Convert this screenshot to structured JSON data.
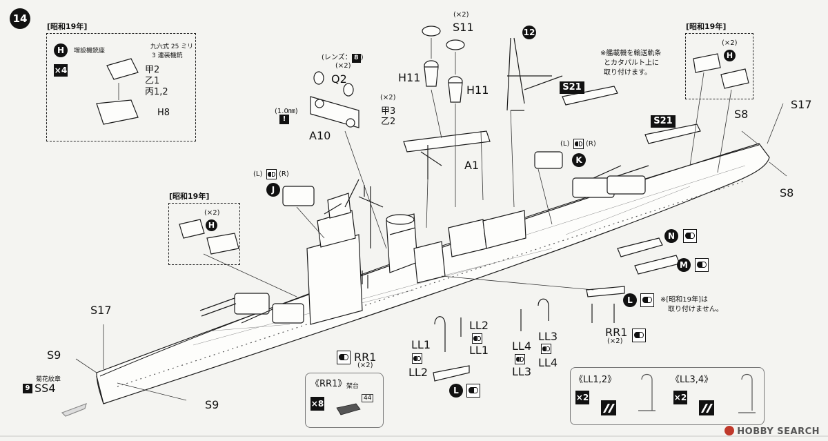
{
  "step": "14",
  "era_label": "[昭和19年]",
  "era_label_b": "[昭和19年]",
  "era_label_c": "[昭和19年]",
  "top_left_box": {
    "badge": "H",
    "note": "増設機銃座",
    "gun_note_1": "九六式 25 ミリ",
    "gun_note_2": "3 連装機銃",
    "count": "×4",
    "line_1": "甲2",
    "line_2": "乙1",
    "line_3": "丙1,2",
    "part": "H8"
  },
  "mid_left_box": {
    "qty": "(×2)",
    "badge": "H"
  },
  "top_right_box": {
    "qty": "(×2)",
    "badge": "H"
  },
  "aircraft_note": "※艦載機を輸送軌条とカタパルト上に取り付けます。",
  "aircraft_note_l1": "※艦載機を輸送軌条",
  "aircraft_note_l2": "とカタパルト上に",
  "aircraft_note_l3": "取り付けます。",
  "boat_note_l1": "※[昭和19年]は",
  "boat_note_l2": "取り付けません。",
  "lens_label": "(レンズ：",
  "lens_num": "8",
  "lens_close": ")",
  "thickness": "(1.0㎜)",
  "drill_icon": "!",
  "parts": {
    "s11_qty": "(×2)",
    "s11": "S11",
    "h11_left": "H11",
    "h11_right": "H11",
    "q2_qty": "(×2)",
    "q2": "Q2",
    "kou3_qty": "(×2)",
    "kou3": "甲3",
    "otsu2": "乙2",
    "a10": "A10",
    "a1": "A1",
    "s21_a": "S21",
    "s21_b": "S21",
    "s17_right": "S17",
    "s17_left": "S17",
    "s8_top": "S8",
    "s8_bottom": "S8",
    "s9_left": "S9",
    "s9_bottom": "S9",
    "ss4": "SS4",
    "ss4_num": "9",
    "emblem": "菊花紋章",
    "rr1_right": "RR1",
    "rr1_right_qty": "(×2)",
    "rr1_left": "RR1",
    "rr1_left_qty": "(×2)",
    "ll1_a": "LL1",
    "ll2_a": "LL2",
    "ll2_b": "LL2",
    "ll1_b": "LL1",
    "ll4_a": "LL4",
    "ll3_a": "LL3",
    "ll3_b": "LL3",
    "ll4_b": "LL4"
  },
  "badges": {
    "step12": "12",
    "J": "J",
    "K": "K",
    "N": "N",
    "M": "M",
    "L_right": "L",
    "L_bottom": "L",
    "lr_left": "(L)",
    "lr_right": "(R)",
    "lr_left2": "(L)",
    "lr_right2": "(R)"
  },
  "bottom_boxes": {
    "rr1_title": "《RR1》",
    "rr1_stand": "架台",
    "rr1_count": "×8",
    "rr1_part": "44",
    "ll12_title": "《LL1,2》",
    "ll12_count": "×2",
    "ll34_title": "《LL3,4》",
    "ll34_count": "×2"
  },
  "watermark": "HOBBY SEARCH"
}
